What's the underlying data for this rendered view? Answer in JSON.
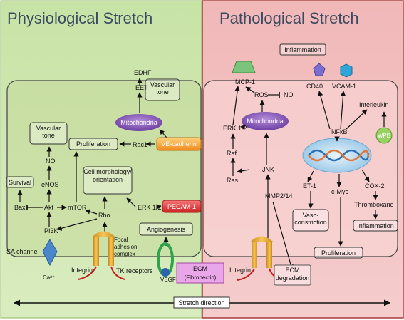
{
  "panels": {
    "left_title": "Physiological Stretch",
    "right_title": "Pathological Stretch"
  },
  "left": {
    "edhf": "EDHF",
    "eet": "EET",
    "vascular_tone_top": "Vascular tone",
    "mitochondria": "Mitochondria",
    "vascular_tone": "Vascular tone",
    "no": "NO",
    "enos": "eNOS",
    "proliferation": "Proliferation",
    "rac1": "Rac1",
    "ve_cadherin": "VE-cadherin",
    "survival": "Survival",
    "bax": "Bax",
    "akt": "Akt",
    "mtor": "mTOR",
    "pi3k": "PI3K",
    "cell_morph": "Cell morphology/ orientation",
    "rho": "Rho",
    "erk": "ERK 1/2",
    "pecam": "PECAM-1",
    "angiogenesis": "Angiogenesis",
    "focal_adhesion": "Focal adhesion complex",
    "sa_channel": "SA channel",
    "ca": "Ca²⁺",
    "integrin": "Integrin",
    "tk_receptors": "TK receptors",
    "vegf": "VEGF"
  },
  "center": {
    "ecm": "ECM",
    "ecm_sub": "(Fibronectin)"
  },
  "right": {
    "inflammation_top": "Inflammation",
    "mcp1": "MCP-1",
    "ros": "ROS",
    "no": "NO",
    "cd40": "CD40",
    "vcam1": "VCAM-1",
    "interleukin": "Interleukin",
    "wpb": "WPB",
    "mitochondria": "Mitochondria",
    "erk": "ERK 1/2",
    "raf": "Raf",
    "ras": "Ras",
    "jnk": "JNK",
    "nfkb": "NFκB",
    "et1": "ET-1",
    "cmyc": "c-Myc",
    "cox2": "COX-2",
    "thromboxane": "Thromboxane",
    "mmp": "MMP2/14",
    "vasoconstriction": "Vaso- constriction",
    "inflammation": "Inflammation",
    "proliferation": "Proliferation",
    "integrin": "Integrin",
    "ecm_degradation": "ECM degradation"
  },
  "footer": {
    "stretch_direction": "Stretch direction"
  }
}
